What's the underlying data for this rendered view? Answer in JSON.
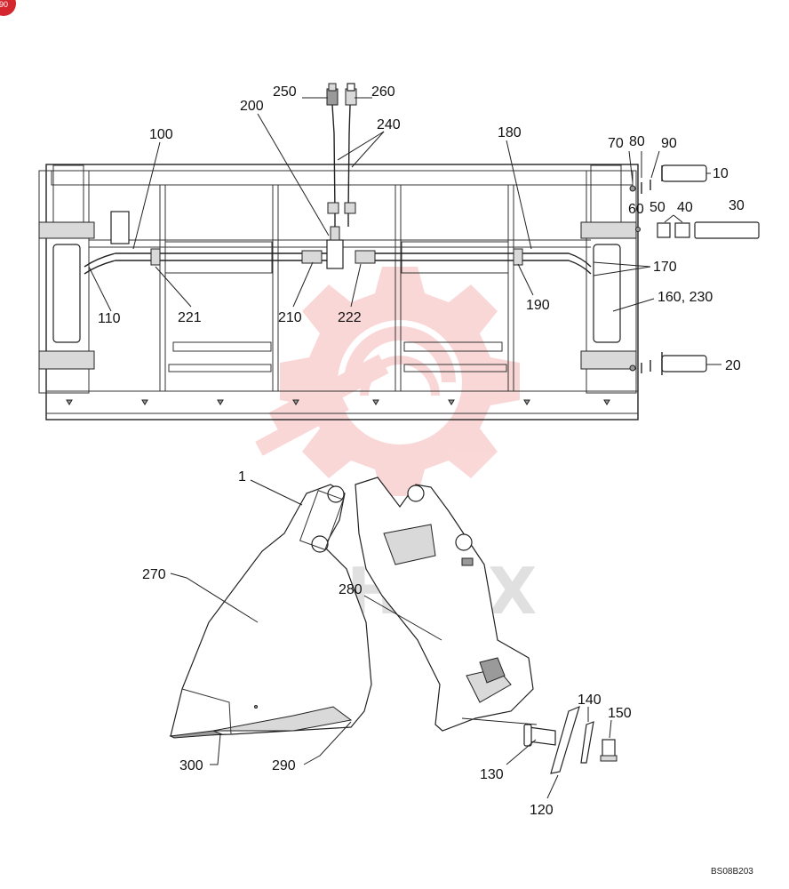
{
  "badge": {
    "text": "90",
    "color": "#d3262e"
  },
  "drawing_code": "BS08B203",
  "watermark": {
    "text": "ИНТЕХ",
    "color": "#f2a3a3"
  },
  "callouts": {
    "c250": "250",
    "c260": "260",
    "c200": "200",
    "c240": "240",
    "c100": "100",
    "c180": "180",
    "c70": "70",
    "c80": "80",
    "c90": "90",
    "c10": "10",
    "c60": "60",
    "c50": "50",
    "c40": "40",
    "c30": "30",
    "c170": "170",
    "c160": "160, 230",
    "c20": "20",
    "c110": "110",
    "c221": "221",
    "c210": "210",
    "c222": "222",
    "c190": "190",
    "c1": "1",
    "c270": "270",
    "c280": "280",
    "c300": "300",
    "c290": "290",
    "c130": "130",
    "c140": "140",
    "c150": "150",
    "c120": "120"
  }
}
